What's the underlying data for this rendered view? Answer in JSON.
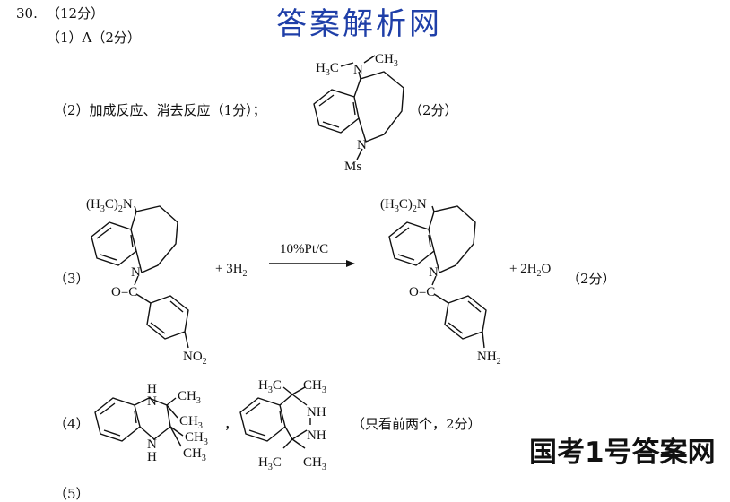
{
  "header": {
    "question": "30.",
    "points": "（12分）"
  },
  "part1": {
    "label": "（1）A（2分）"
  },
  "part2": {
    "label": "（2）加成反应、消去反应（1分）；",
    "points": "（2分）",
    "mol": {
      "nme": "N",
      "h3c": "H",
      "h3c_sub": "3",
      "h3c_c": "C",
      "ch3_c": "CH",
      "ch3_sub": "3",
      "n_ring": "N",
      "ms": "Ms"
    }
  },
  "part3": {
    "label": "（3）",
    "points": "（2分）",
    "reactant": {
      "nme2": "(H",
      "nme2_sub1": "3",
      "nme2_mid": "C)",
      "nme2_sub2": "2",
      "nme2_n": "N",
      "n_ring": "N",
      "carbonyl": "O=C",
      "no2": "NO",
      "no2_sub": "2"
    },
    "plus_h2": "+ 3H",
    "h2_sub": "2",
    "catalyst": "10%Pt/C",
    "product": {
      "nme2": "(H",
      "nme2_sub1": "3",
      "nme2_mid": "C)",
      "nme2_sub2": "2",
      "nme2_n": "N",
      "n_ring": "N",
      "carbonyl": "O=C",
      "nh2": "NH",
      "nh2_sub": "2"
    },
    "plus_water": "+ 2H",
    "water_sub": "2",
    "water_o": "O"
  },
  "part4": {
    "label": "（4）",
    "comma": "，",
    "note": "（只看前两个，2分）",
    "mol_a": {
      "h_top": "H",
      "n_top": "N",
      "h_bot": "H",
      "n_bot": "N",
      "ch3": "CH",
      "ch3_sub": "3"
    },
    "mol_b": {
      "h3c": "H",
      "h3c_sub": "3",
      "c": "C",
      "ch3": "CH",
      "ch3_sub": "3",
      "nh": "NH"
    }
  },
  "part5": {
    "label": "（5）"
  },
  "watermarks": {
    "top": "答案解析网",
    "bottom": "国考1号答案网"
  }
}
